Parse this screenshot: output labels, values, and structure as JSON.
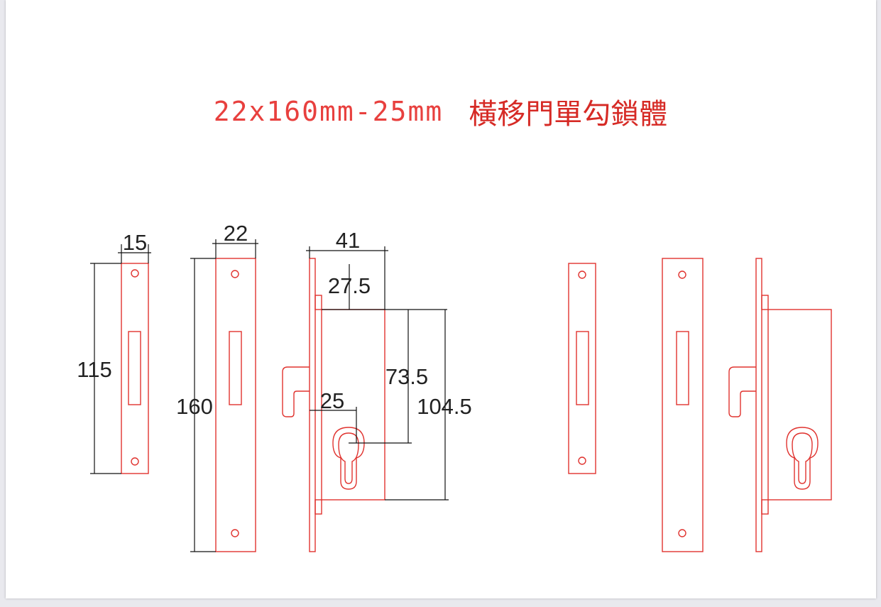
{
  "title": {
    "dimension_text": "22x160mm-25mm",
    "chinese_text": "橫移門單勾鎖體"
  },
  "dimensions": {
    "faceplate_small_width": "15",
    "faceplate_small_height": "115",
    "faceplate_large_width": "22",
    "faceplate_large_height": "160",
    "lock_body_depth": "41",
    "hook_offset": "27.5",
    "cylinder_vertical": "73.5",
    "cylinder_backset": "25",
    "body_height": "104.5"
  },
  "colors": {
    "outline": "#e0332f",
    "dimension": "#111111",
    "title_dim": "#e8403e",
    "title_cjk": "#d62a25"
  }
}
